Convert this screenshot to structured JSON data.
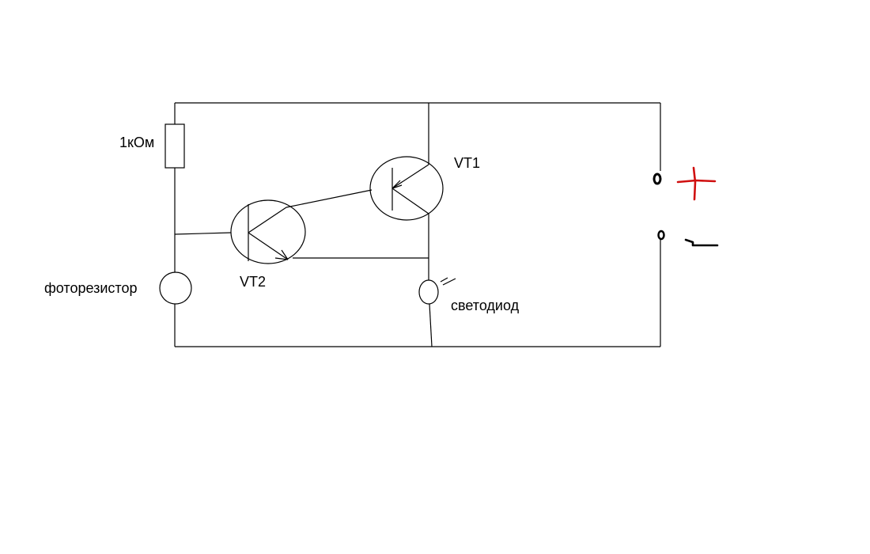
{
  "diagram": {
    "labels": {
      "resistor": "1кОм",
      "photoresistor": "фоторезистор",
      "transistor_top": "VT1",
      "transistor_bottom": "VT2",
      "led": "светодиод"
    },
    "polarity": {
      "positive_color": "#d01010",
      "negative_color": "#000000"
    }
  }
}
